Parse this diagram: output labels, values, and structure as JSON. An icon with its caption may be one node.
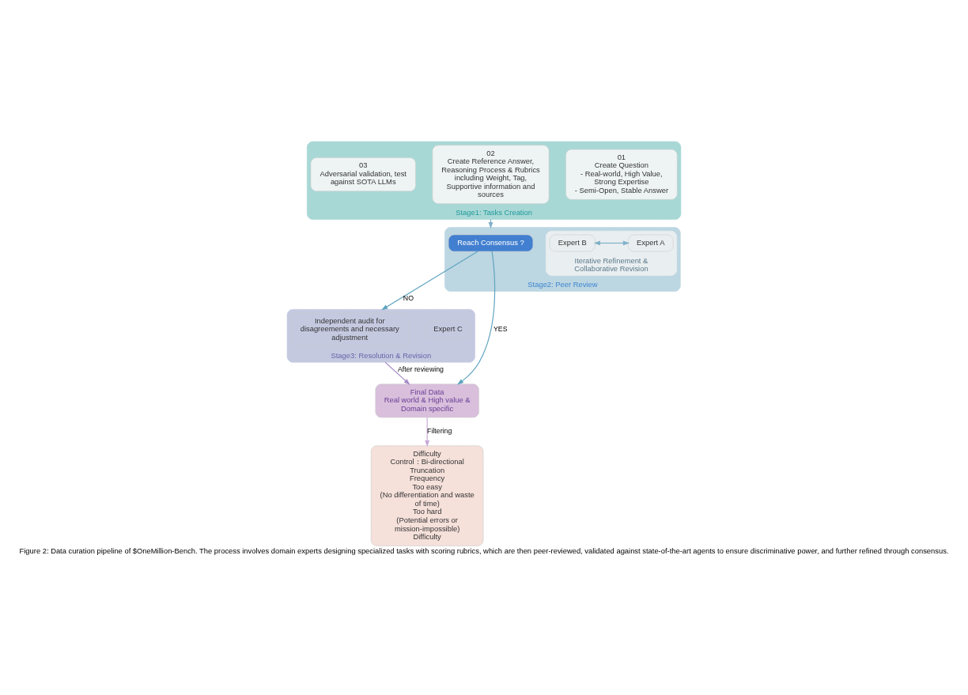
{
  "diagram": {
    "caption": "Figure 2: Data curation pipeline of $OneMillion-Bench. The process involves domain experts designing specialized tasks with scoring rubrics, which are then peer-reviewed, validated against state-of-the-art agents to ensure discriminative power, and further refined through consensus.",
    "nodes": [
      {
        "text": [
          "Stage1: Tasks Creation"
        ]
      },
      {
        "text": [
          "01",
          "Create Question",
          "- Real-world, High Value, Strong Expertise",
          "- Semi-Open, Stable Answer"
        ],
        "in": 0
      },
      {
        "text": [
          "02",
          "Create Reference Answer, Reasoning Process & Rubrics including Weight, Tag, Supportive information and sources"
        ],
        "in": 0
      },
      {
        "text": [
          "03",
          "Adversarial validation, test against SOTA LLMs"
        ],
        "in": 0
      },
      {
        "text": [
          "Stage2: Peer Review"
        ]
      },
      {
        "text": [
          "Iterative Refinement & Collaborative Revision"
        ],
        "in": 4
      },
      {
        "text": [
          "Expert A"
        ],
        "in": 5
      },
      {
        "text": [
          "Expert B"
        ],
        "in": 5
      },
      {
        "text": [
          "Reach Consensus ?"
        ],
        "in": 4
      },
      {
        "text": [
          "Stage3: Resolution & Revision"
        ]
      },
      {
        "text": [
          "Expert C"
        ],
        "in": 9
      },
      {
        "text": [
          "Independent audit for disagreements and necessary adjustment"
        ],
        "in": 9
      },
      {
        "text": [
          "Final Data",
          "Real world & High value & Domain specific"
        ]
      },
      {
        "text": [
          "Difficulty Control：Bi-directional Truncation",
          "Frequency",
          "Too easy",
          "(No differentiation and waste of time)",
          "Too hard",
          "(Potential errors or mission-impossible)",
          "Difficulty"
        ]
      }
    ],
    "edges": [
      {
        "from": 0,
        "to": 4,
        "arrow": "to"
      },
      {
        "from": 6,
        "to": 7,
        "arrow": "both"
      },
      {
        "from": 8,
        "to": 9,
        "label": "NO",
        "arrow": "to"
      },
      {
        "from": 8,
        "to": 12,
        "label": "YES",
        "arrow": "to"
      },
      {
        "from": 9,
        "to": 12,
        "label": "After reviewing",
        "arrow": "to"
      },
      {
        "from": 12,
        "to": 13,
        "label": "Filtering",
        "arrow": "to"
      }
    ]
  }
}
